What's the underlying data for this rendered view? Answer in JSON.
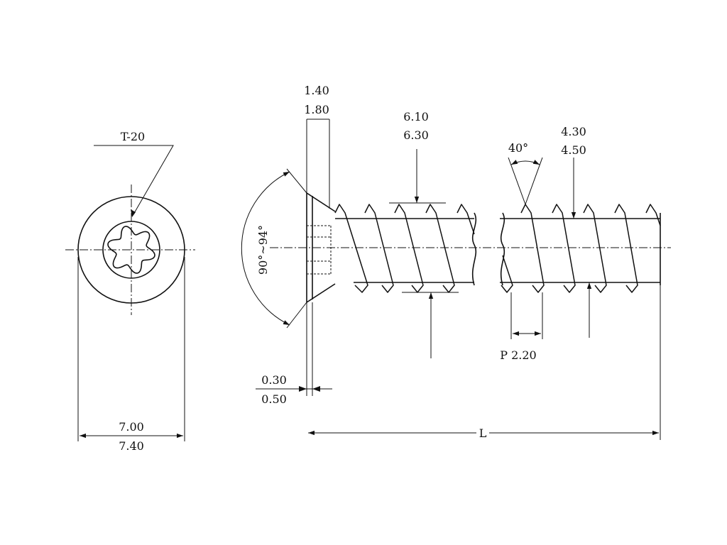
{
  "drive": {
    "label": "T-20"
  },
  "head_diameter": {
    "min": "7.00",
    "max": "7.40"
  },
  "head_height": {
    "min": "1.40",
    "max": "1.80"
  },
  "major_diameter": {
    "min": "6.10",
    "max": "6.30"
  },
  "minor_diameter": {
    "min": "4.30",
    "max": "4.50"
  },
  "thread_angle": {
    "label": "40°"
  },
  "countersink_angle": {
    "label": "90°~94°"
  },
  "head_edge": {
    "min": "0.30",
    "max": "0.50"
  },
  "pitch": {
    "label": "P 2.20"
  },
  "length": {
    "label": "L"
  }
}
